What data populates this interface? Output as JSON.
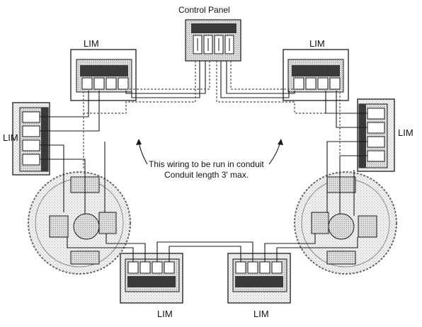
{
  "diagram": {
    "title": "Control Panel",
    "module_label": "LIM",
    "note_line_1": "This wiring to be run in conduit",
    "note_line_2": "Conduit length 3' max."
  },
  "colors": {
    "ink": "#1a1a1a",
    "panel_fill": "#d9d9d9",
    "panel_stipple": "#9a9a9a",
    "terminal_fill": "#3a3a3a",
    "conduit_dash": "#555555"
  }
}
